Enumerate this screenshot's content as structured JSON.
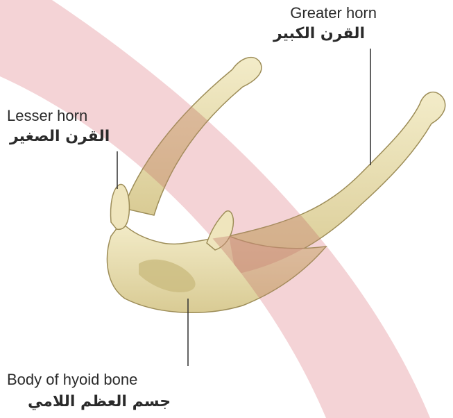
{
  "labels": {
    "greater_horn": {
      "en": "Greater horn",
      "ar": "القرن الكبير"
    },
    "lesser_horn": {
      "en": "Lesser horn",
      "ar": "القرن الصغير"
    },
    "body": {
      "en": "Body of hyoid bone",
      "ar": "جسم العظم اللامي"
    }
  },
  "colors": {
    "background": "#ffffff",
    "band": "#f4d3d6",
    "bone": "#e9dfb2",
    "bone_shadow": "#b9a872",
    "bone_highlight": "#f7f0d4",
    "leader_line": "#2f2f2f"
  }
}
